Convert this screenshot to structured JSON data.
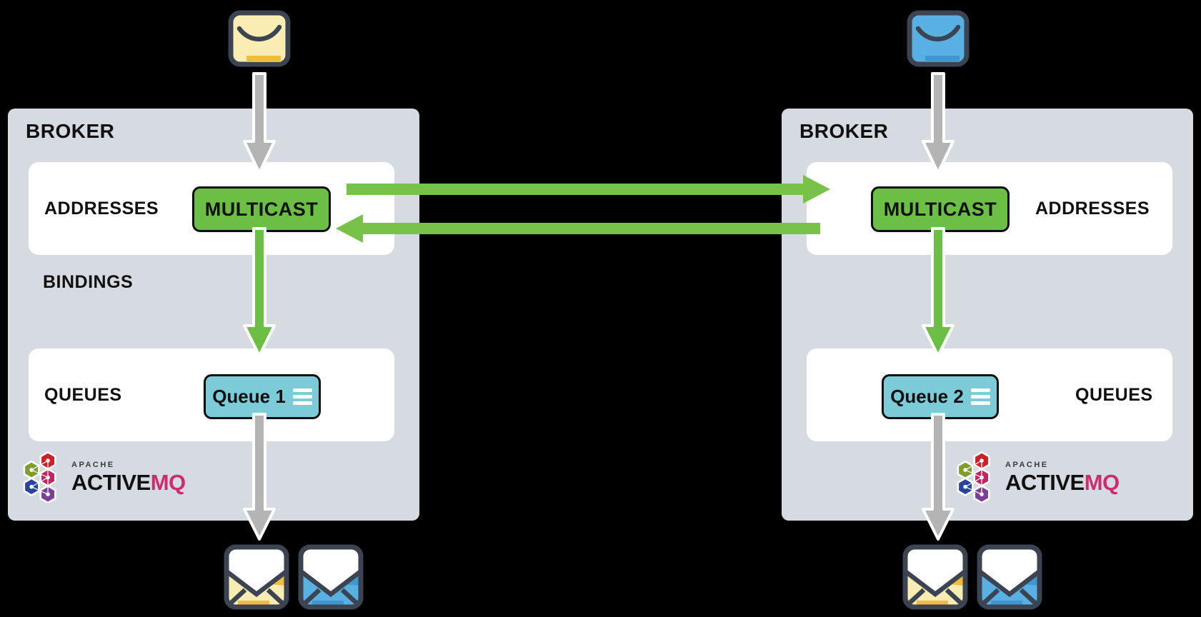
{
  "colors": {
    "background": "#000000",
    "broker_background": "#d6dbe2",
    "panel_background": "#ffffff",
    "green_accent": "#6cbf45",
    "green_arrow": "#78c24a",
    "teal_queue": "#7bccd8",
    "gray_arrow": "#b4b4b4",
    "dark_outline": "#3d4451",
    "envelope_yellow": "#f9edb4",
    "envelope_yellow_accent": "#f2bb3d",
    "envelope_blue": "#58b0e3",
    "envelope_blue_accent": "#3e97d1",
    "logo_magenta": "#ce2c68"
  },
  "brokers": [
    {
      "title": "BROKER",
      "addresses_label": "ADDRESSES",
      "address_node_label": "MULTICAST",
      "bindings_label": "BINDINGS",
      "queues_label": "QUEUES",
      "queue_node_label": "Queue 1",
      "logo": {
        "apache": "APACHE",
        "active": "ACTIVE",
        "mq": "MQ"
      }
    },
    {
      "title": "BROKER",
      "addresses_label": "ADDRESSES",
      "address_node_label": "MULTICAST",
      "queues_label": "QUEUES",
      "queue_node_label": "Queue 2",
      "logo": {
        "apache": "APACHE",
        "active": "ACTIVE",
        "mq": "MQ"
      }
    }
  ]
}
